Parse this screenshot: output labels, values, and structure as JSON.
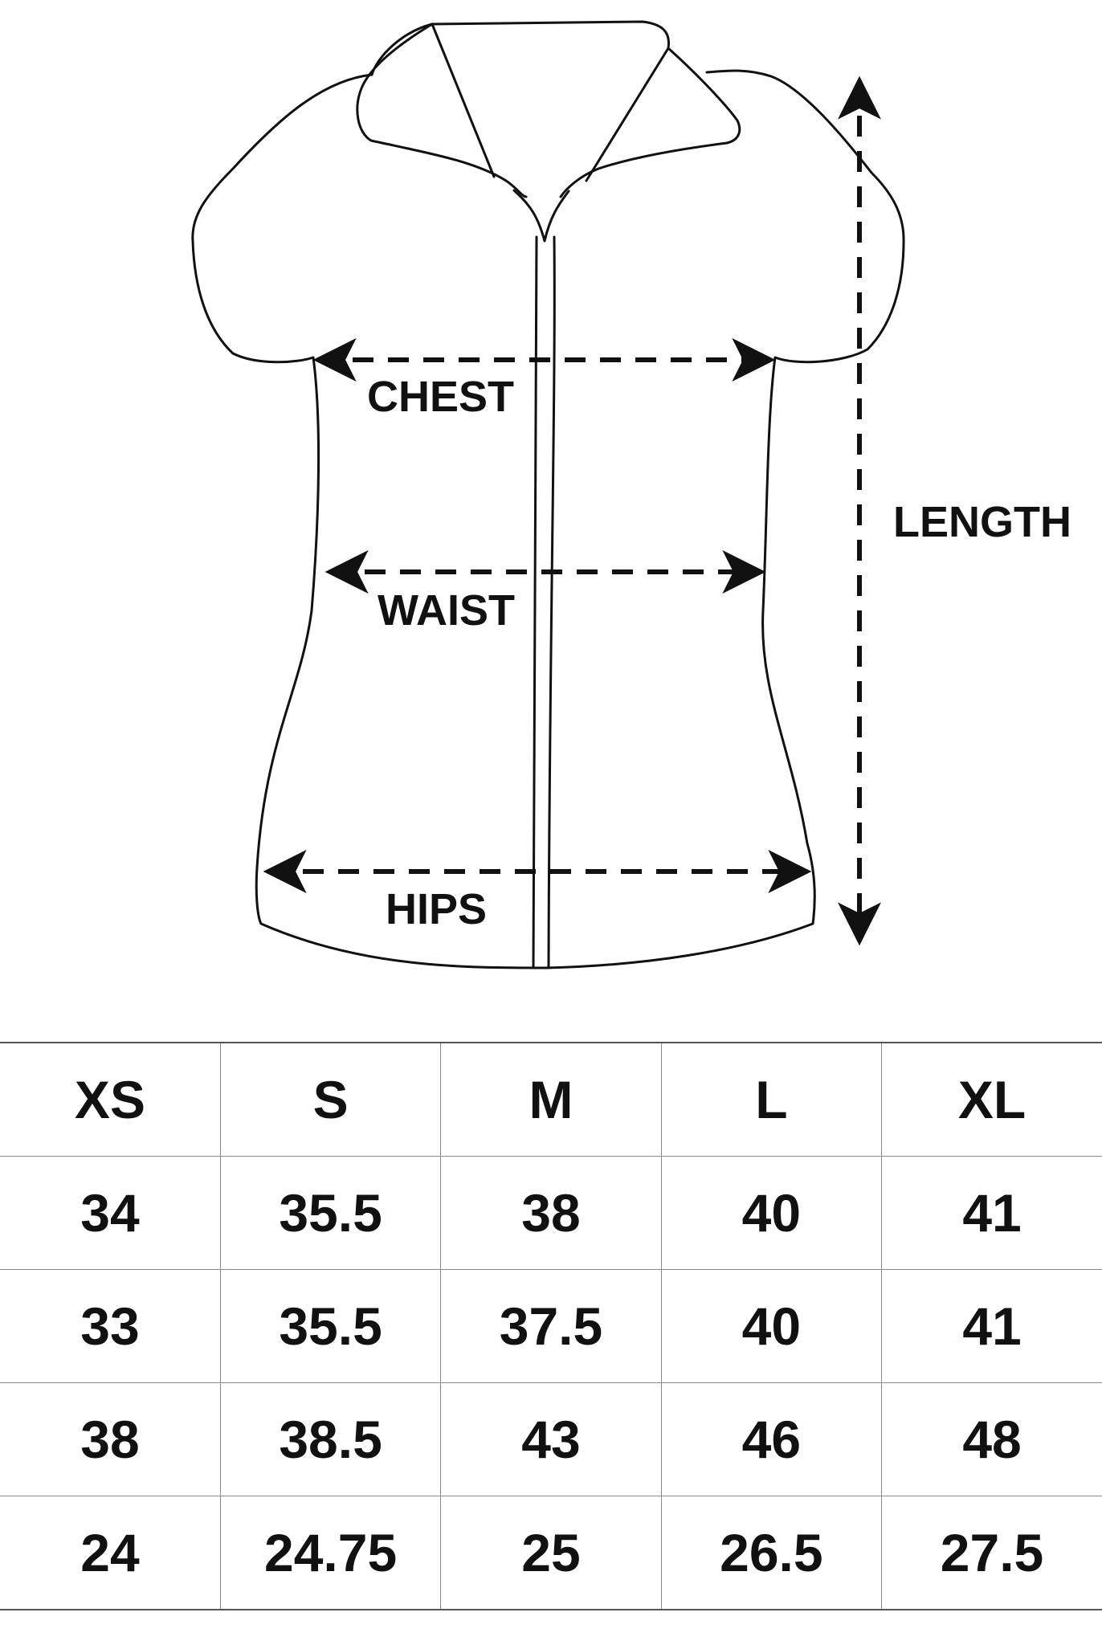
{
  "diagram": {
    "labels": {
      "chest": "CHEST",
      "waist": "WAIST",
      "hips": "HIPS",
      "length": "LENGTH"
    }
  },
  "table": {
    "headers": [
      "XS",
      "S",
      "M",
      "L",
      "XL"
    ],
    "rows": [
      [
        "34",
        "35.5",
        "38",
        "40",
        "41"
      ],
      [
        "33",
        "35.5",
        "37.5",
        "40",
        "41"
      ],
      [
        "38",
        "38.5",
        "43",
        "46",
        "48"
      ],
      [
        "24",
        "24.75",
        "25",
        "26.5",
        "27.5"
      ]
    ]
  }
}
